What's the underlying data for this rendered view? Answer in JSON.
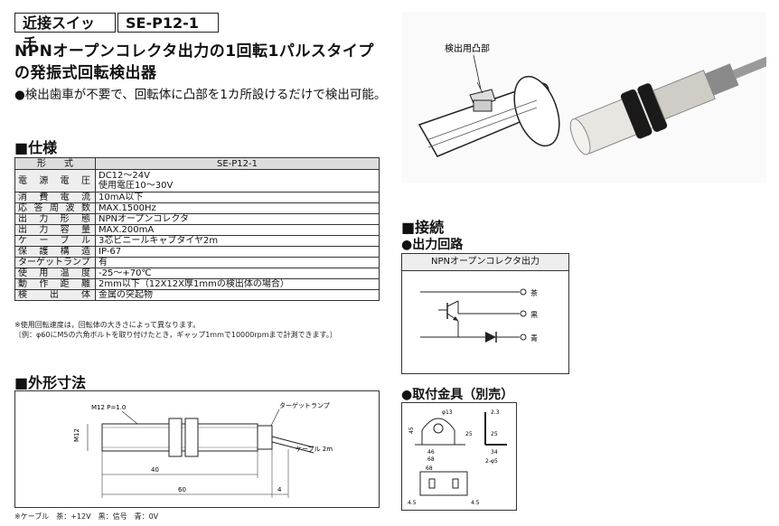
{
  "header": {
    "category": "近接スイッチ",
    "model": "SE-P12-1",
    "title_line1": "NPNオープンコレクタ出力の1回転1パルスタイプ",
    "title_line2": "の発振式回転検出器",
    "bullet": "●検出歯車が不要で、回転体に凸部を1カ所設けるだけで検出可能。"
  },
  "spec": {
    "heading": "■仕様",
    "col_key": "形　　式",
    "col_val": "SE-P12-1",
    "rows": [
      {
        "k": "電源電圧",
        "v1": "DC12〜24V",
        "v2": "使用電圧10〜30V"
      },
      {
        "k": "消費電流",
        "v1": "10mA以下"
      },
      {
        "k": "応答周波数",
        "v1": "MAX.1500Hz"
      },
      {
        "k": "出力形態",
        "v1": "NPNオープンコレクタ"
      },
      {
        "k": "出力容量",
        "v1": "MAX.200mA"
      },
      {
        "k": "ケーブル",
        "v1": "3芯ビニールキャブタイヤ2m"
      },
      {
        "k": "保護構造",
        "v1": "IP-67"
      },
      {
        "k": "ターゲットランプ",
        "v1": "有"
      },
      {
        "k": "使用温度",
        "v1": "-25〜+70℃"
      },
      {
        "k": "動作距離",
        "v1": "2mm以下（12X12X厚1mmの検出体の場合）"
      },
      {
        "k": "検出体",
        "v1": "金属の突起物"
      }
    ],
    "note1": "※使用回転速度は，回転体の大きさによって異なります。",
    "note2": "〔例：φ60にM5の六角ボルトを取り付けたとき，ギャップ1mmで10000rpmまで計測できます。〕"
  },
  "photo": {
    "label": "検出用凸部"
  },
  "connection": {
    "heading": "■接続",
    "sub": "●出力回路",
    "box_title": "NPNオープンコレクタ出力",
    "wire1": "茶",
    "wire2": "黒",
    "wire3": "青"
  },
  "dimensions": {
    "heading": "■外形寸法",
    "thread": "M12 P=1.0",
    "lamp": "ターゲットランプ",
    "cable": "ケーブル 2m",
    "side": "M12",
    "d40": "40",
    "d60": "60",
    "d4": "4",
    "footnote": "※ケーブル　茶：+12V　黒：信号　青：0V"
  },
  "bracket": {
    "heading": "●取付金具（別売）",
    "phi13": "φ13",
    "t23": "2.3",
    "h45": "45",
    "h25": "25",
    "h25b": "25",
    "w46": "46",
    "w68": "68",
    "w34": "34",
    "hole": "2-φ5",
    "s45a": "4.5",
    "s45b": "4.5",
    "w68b": "68"
  }
}
